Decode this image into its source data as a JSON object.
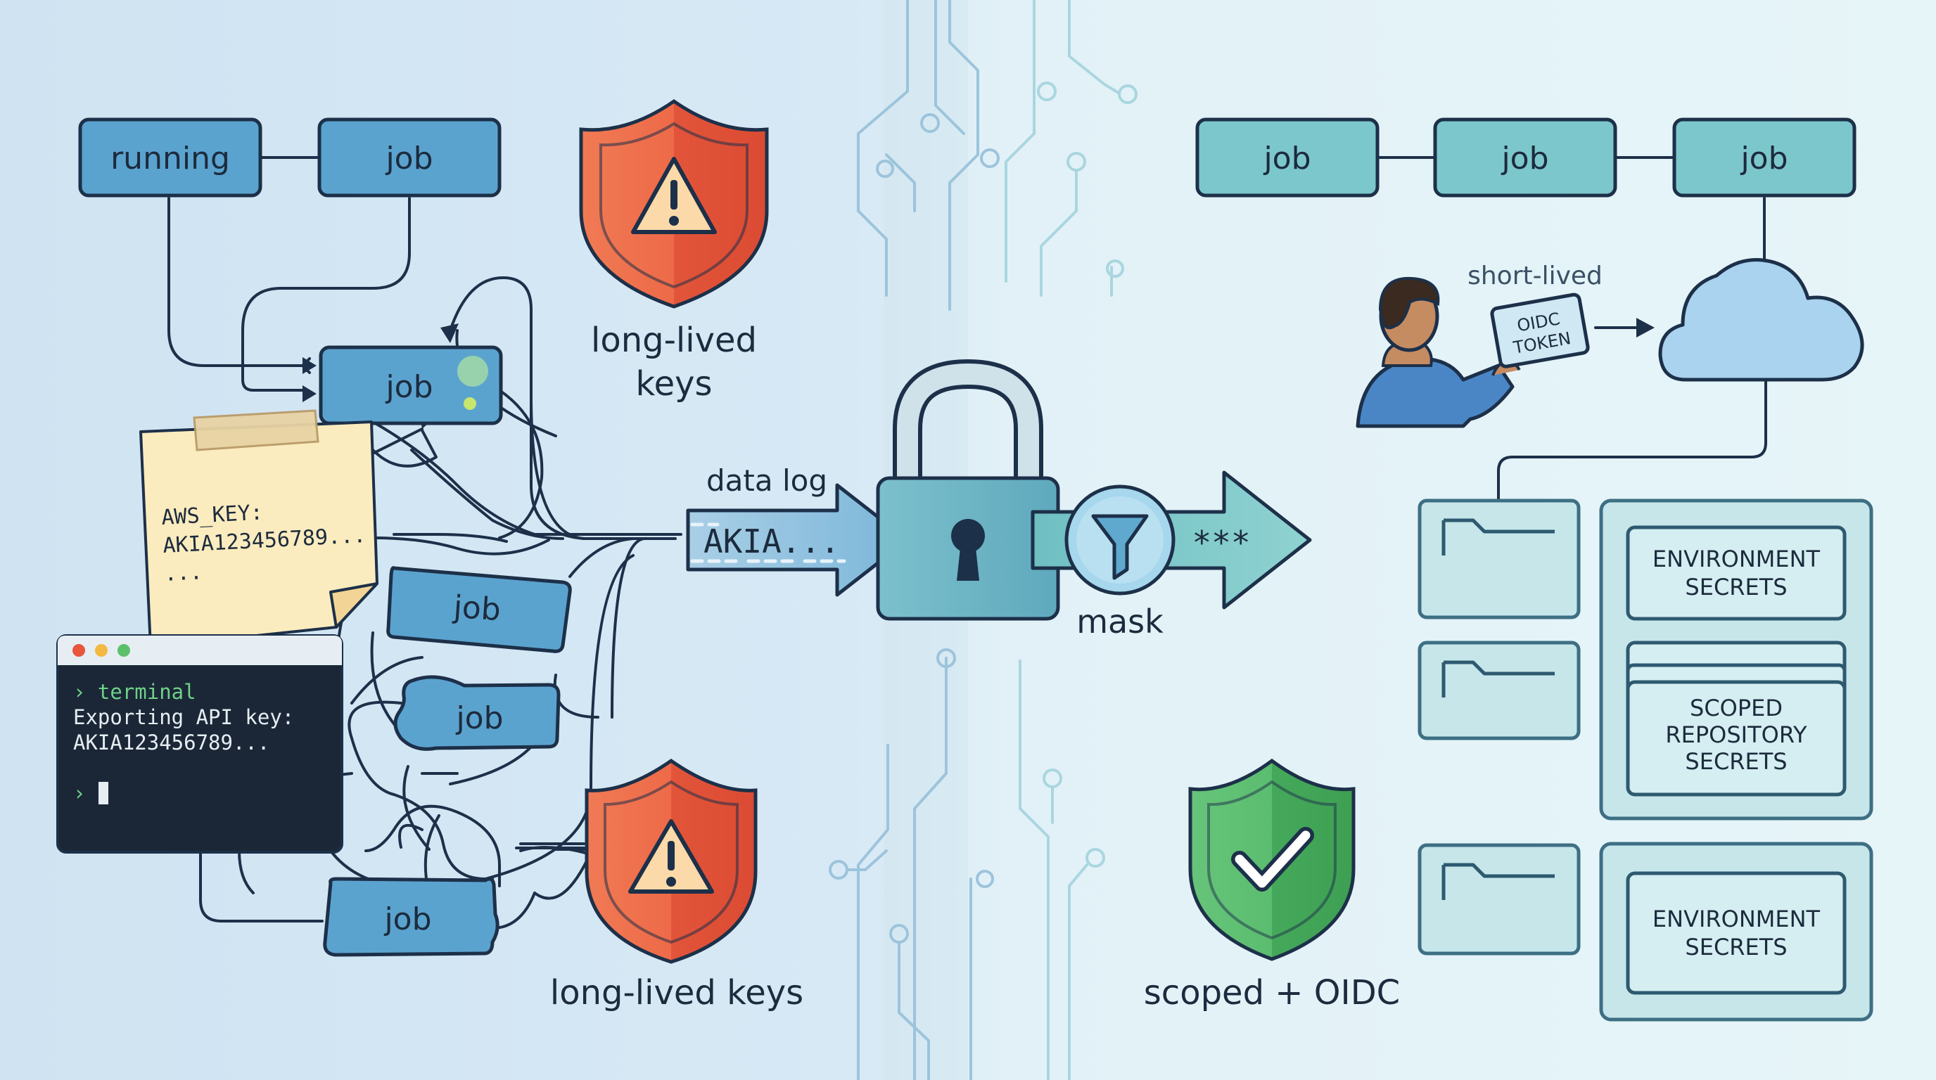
{
  "left": {
    "nodes": {
      "running": "running",
      "job_top": "job",
      "job_mid": "job",
      "job_a": "job",
      "job_b": "job",
      "job_bottom": "job"
    },
    "warning_top_label_line1": "long-lived",
    "warning_top_label_line2": "keys",
    "warning_bottom_label": "long-lived keys",
    "sticky_note": {
      "line1": "AWS_KEY:",
      "line2": "AKIA123456789...",
      "line3": "..."
    },
    "terminal": {
      "prompt_line": "› terminal",
      "line2": "Exporting API key:",
      "line3": "AKIA123456789...",
      "prompt": "›"
    }
  },
  "center": {
    "data_log_label": "data log",
    "input_text": "AKIA...",
    "masked_text": "***",
    "mask_label": "mask"
  },
  "right": {
    "nodes": [
      "job",
      "job",
      "job"
    ],
    "short_lived_label": "short-lived",
    "token_line1": "OIDC",
    "token_line2": "TOKEN",
    "shield_label": "scoped + OIDC",
    "secrets": {
      "env1_line1": "ENVIRONMENT",
      "env1_line2": "SECRETS",
      "scoped_line1": "SCOPED",
      "scoped_line2": "REPOSITORY",
      "scoped_line3": "SECRETS",
      "env2_line1": "ENVIRONMENT",
      "env2_line2": "SECRETS"
    }
  },
  "colors": {
    "node_blue": "#5ba3cf",
    "node_teal": "#7cc7cb",
    "warning_red": "#e8563b",
    "shield_green": "#4db861",
    "outline": "#1d3049"
  },
  "icons": [
    "warning-shield-icon",
    "padlock-icon",
    "filter-funnel-icon",
    "cloud-icon",
    "person-icon",
    "checkmark-shield-icon",
    "folder-icon"
  ]
}
